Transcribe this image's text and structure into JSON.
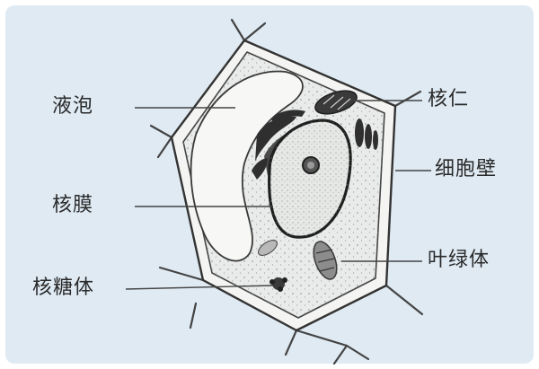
{
  "labels": {
    "vacuole": "液泡",
    "nuclear_envelope": "核膜",
    "ribosome": "核糖体",
    "nucleolus": "核仁",
    "cell_wall": "细胞壁",
    "chloroplast": "叶绿体"
  },
  "colors": {
    "panel": "#dfeaf3",
    "cytoplasm": "#e9ebea",
    "vacuole": "#f7f7f5",
    "ink": "#333333",
    "dark": "#2b2b2b"
  }
}
